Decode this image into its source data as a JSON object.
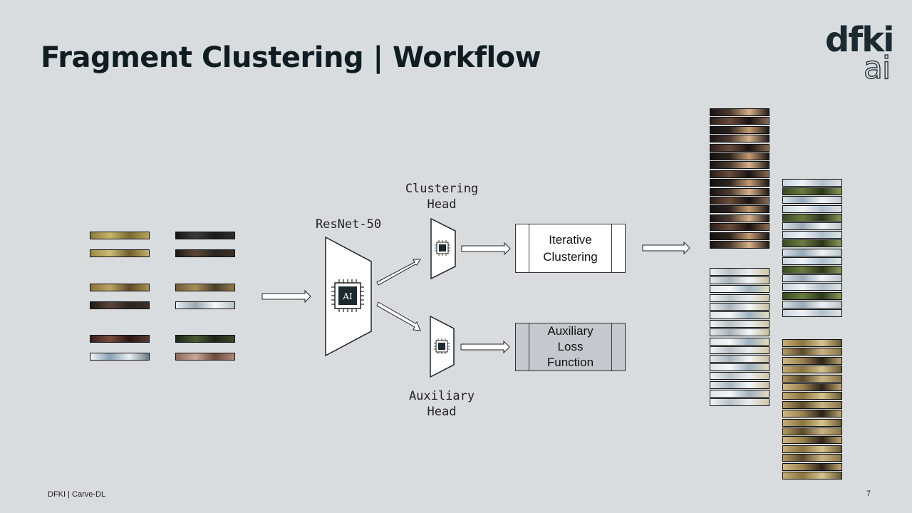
{
  "slide": {
    "title": "Fragment Clustering | Workflow",
    "logo_line1": "dfki",
    "logo_line2": "ai",
    "footer": "DFKI | Carve-DL",
    "page_number": "7"
  },
  "diagram": {
    "backbone_label": "ResNet-50",
    "backbone_chip_text": "AI",
    "clustering_head_label": "Clustering\nHead",
    "auxiliary_head_label": "Auxiliary\nHead",
    "iterative_box": "Iterative\nClustering",
    "auxiliary_box": "Auxiliary\nLoss\nFunction"
  },
  "colors": {
    "background": "#d9dcdf",
    "aux_box_fill": "#c3c9ce",
    "title": "#0f1d22"
  }
}
